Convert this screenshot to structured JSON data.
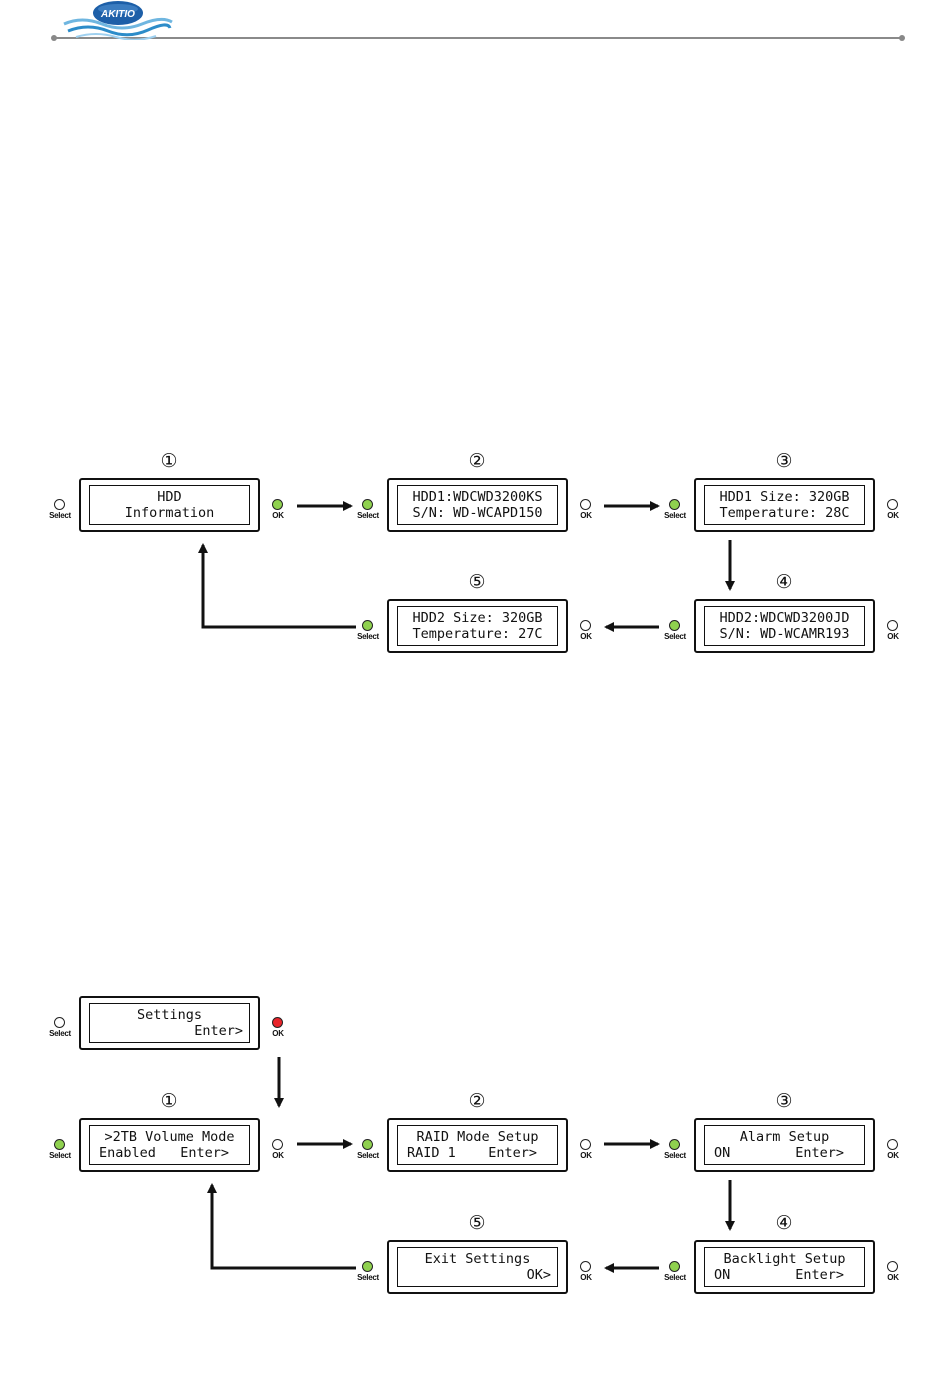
{
  "header": {
    "logo_text": "AKITIO",
    "logo_colors": {
      "blue": "#1d5fa8",
      "wave": "#6fb6e0"
    }
  },
  "icons": {
    "logo": "akitio-logo",
    "button_led": "led-indicator-icon",
    "arrow": "arrow-icon"
  },
  "colors": {
    "led_green": "#8fd14f",
    "led_red": "#e8242a",
    "line": "#111111"
  },
  "diagram1": {
    "screens": [
      {
        "step": "①",
        "line1": "HDD",
        "line2": "Information",
        "left_button": {
          "label": "Select",
          "led": "off"
        },
        "right_button": {
          "label": "OK",
          "led": "green"
        }
      },
      {
        "step": "②",
        "line1": "HDD1:WDCWD3200KS",
        "line2": "S/N: WD-WCAPD150",
        "left_button": {
          "label": "Select",
          "led": "green"
        },
        "right_button": {
          "label": "OK",
          "led": "off"
        }
      },
      {
        "step": "③",
        "line1": "HDD1 Size: 320GB",
        "line2": "Temperature: 28C",
        "left_button": {
          "label": "Select",
          "led": "green"
        },
        "right_button": {
          "label": "OK",
          "led": "off"
        }
      },
      {
        "step": "④",
        "line1": "HDD2:WDCWD3200JD",
        "line2": "S/N: WD-WCAMR193",
        "left_button": {
          "label": "Select",
          "led": "green"
        },
        "right_button": {
          "label": "OK",
          "led": "off"
        }
      },
      {
        "step": "⑤",
        "line1": "HDD2 Size: 320GB",
        "line2": "Temperature: 27C",
        "left_button": {
          "label": "Select",
          "led": "green"
        },
        "right_button": {
          "label": "OK",
          "led": "off"
        }
      }
    ]
  },
  "diagram2": {
    "entry": {
      "line1": "Settings",
      "line2": "Enter>",
      "left_button": {
        "label": "Select",
        "led": "off"
      },
      "right_button": {
        "label": "OK",
        "led": "red"
      }
    },
    "screens": [
      {
        "step": "①",
        "line1": ">2TB Volume Mode",
        "line2": "Enabled   Enter>",
        "left_button": {
          "label": "Select",
          "led": "green"
        },
        "right_button": {
          "label": "OK",
          "led": "off"
        }
      },
      {
        "step": "②",
        "line1": "RAID Mode Setup",
        "line2": "RAID 1    Enter>",
        "left_button": {
          "label": "Select",
          "led": "green"
        },
        "right_button": {
          "label": "OK",
          "led": "off"
        }
      },
      {
        "step": "③",
        "line1": "Alarm Setup",
        "line2": "ON        Enter>",
        "left_button": {
          "label": "Select",
          "led": "green"
        },
        "right_button": {
          "label": "OK",
          "led": "off"
        }
      },
      {
        "step": "④",
        "line1": "Backlight Setup",
        "line2": "ON        Enter>",
        "left_button": {
          "label": "Select",
          "led": "green"
        },
        "right_button": {
          "label": "OK",
          "led": "off"
        }
      },
      {
        "step": "⑤",
        "line1": "Exit Settings",
        "line2": "OK>",
        "left_button": {
          "label": "Select",
          "led": "green"
        },
        "right_button": {
          "label": "OK",
          "led": "off"
        }
      }
    ]
  }
}
